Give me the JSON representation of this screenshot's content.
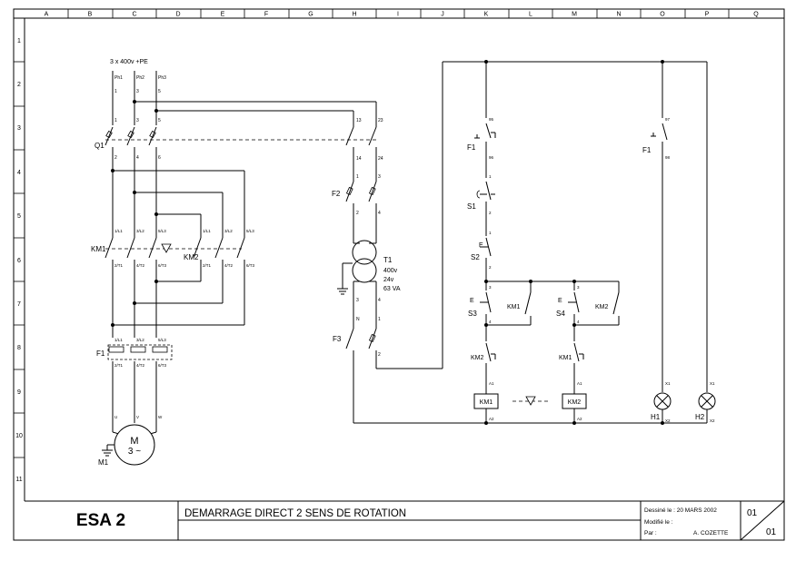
{
  "columns": [
    "A",
    "B",
    "C",
    "D",
    "E",
    "F",
    "G",
    "H",
    "I",
    "J",
    "K",
    "L",
    "M",
    "N",
    "O",
    "P",
    "Q"
  ],
  "rows": [
    "1",
    "2",
    "3",
    "4",
    "5",
    "6",
    "7",
    "8",
    "9",
    "10",
    "11"
  ],
  "power": {
    "supply": "3 x 400v +PE",
    "phases": [
      "Ph1",
      "Ph2",
      "Ph3"
    ],
    "supply_terms": [
      "1",
      "3",
      "5"
    ],
    "q1_top_terms": [
      "1",
      "3",
      "5"
    ],
    "q1_bot_terms": [
      "2",
      "4",
      "6"
    ],
    "km_top_terms": [
      "1/L1",
      "3/L2",
      "5/L3"
    ],
    "km_bot_terms": [
      "2/T1",
      "4/T2",
      "6/T3"
    ],
    "motor_terms": [
      "U",
      "V",
      "W"
    ]
  },
  "labels": {
    "q1": "Q1",
    "km1": "KM1",
    "km2": "KM2",
    "f1": "F1",
    "f2": "F2",
    "f3": "F3",
    "m1": "M1",
    "motor_m": "M",
    "motor_phase": "3 ~",
    "t1": "T1",
    "t1_primary": "400v",
    "t1_secondary": "24v",
    "t1_power": "63 VA",
    "s1": "S1",
    "s2": "S2",
    "s3": "S3",
    "s4": "S4",
    "h1": "H1",
    "h2": "H2",
    "e": "E"
  },
  "terminals": {
    "t_13": "13",
    "t_23": "23",
    "t_14": "14",
    "t_24": "24",
    "t_1": "1",
    "t_2": "2",
    "t_3": "3",
    "t_4": "4",
    "t_n": "N",
    "t_95": "95",
    "t_96": "96",
    "t_97": "97",
    "t_98": "98",
    "t_a1": "A1",
    "t_a2": "A2",
    "t_x1": "X1",
    "t_x2": "X2"
  },
  "title_block": {
    "code": "ESA 2",
    "title": "DEMARRAGE DIRECT 2 SENS DE ROTATION",
    "drawn_label": "Dessiné le : 20 MARS 2002",
    "modified_label": "Modifié le :",
    "by_label": "Par :",
    "author": "A. COZETTE",
    "sheet": "01",
    "sheets": "01"
  }
}
